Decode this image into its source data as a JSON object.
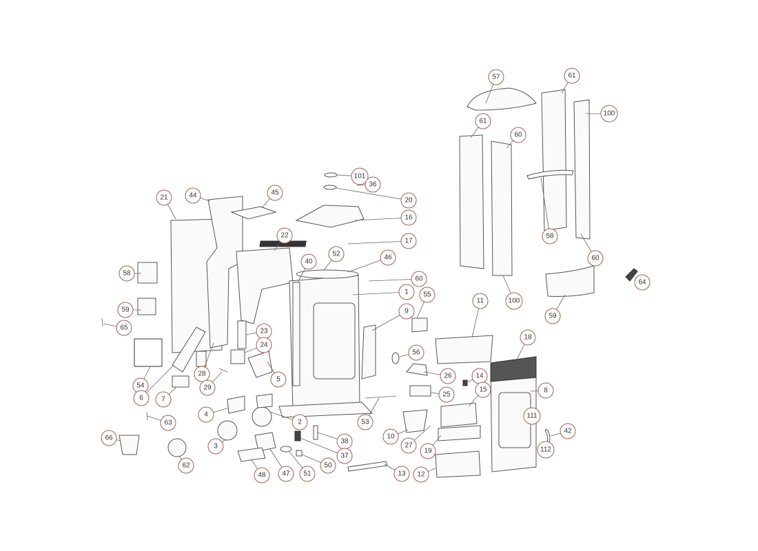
{
  "callouts": [
    "57",
    "61",
    "100",
    "61",
    "60",
    "101",
    "36",
    "20",
    "16",
    "17",
    "21",
    "44",
    "45",
    "22",
    "52",
    "46",
    "40",
    "58",
    "60",
    "64",
    "58",
    "60",
    "1",
    "55",
    "9",
    "11",
    "100",
    "59",
    "59",
    "65",
    "23",
    "24",
    "18",
    "56",
    "28",
    "29",
    "5",
    "26",
    "14",
    "54",
    "6",
    "7",
    "15",
    "8",
    "25",
    "4",
    "53",
    "2",
    "111",
    "63",
    "10",
    "27",
    "42",
    "66",
    "3",
    "38",
    "19",
    "112",
    "37",
    "62",
    "50",
    "51",
    "47",
    "48",
    "13",
    "12"
  ],
  "colors": {
    "bubble_stroke": "#a0604f",
    "line": "#555555"
  }
}
